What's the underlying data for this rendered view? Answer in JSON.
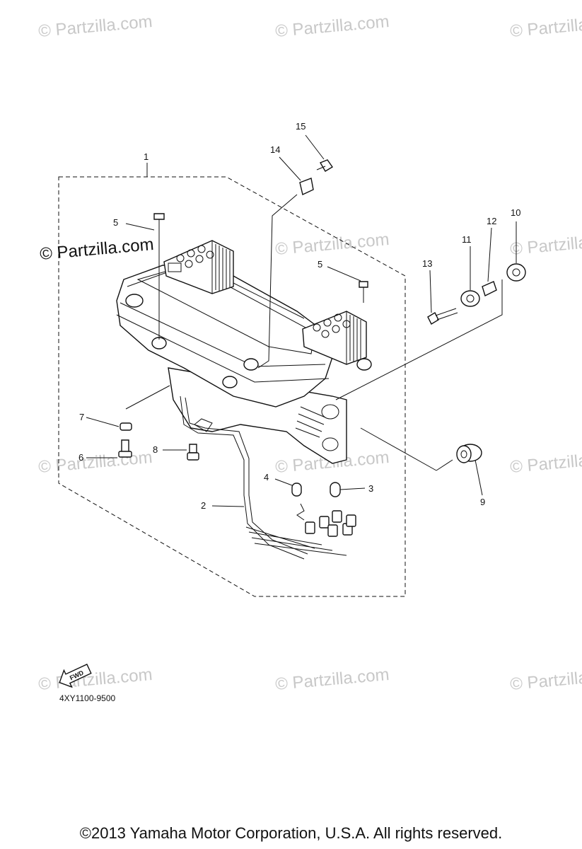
{
  "watermark": {
    "text": "© Partzilla.com",
    "featured_text": "© Partzilla.com"
  },
  "callouts": [
    "1",
    "2",
    "3",
    "4",
    "5",
    "5",
    "6",
    "7",
    "8",
    "9",
    "10",
    "11",
    "12",
    "13",
    "14",
    "15"
  ],
  "diagram_code": "4XY1100-9500",
  "fwd_label": "FWD",
  "copyright": "©2013  Yamaha Motor Corporation, U.S.A. All rights reserved."
}
